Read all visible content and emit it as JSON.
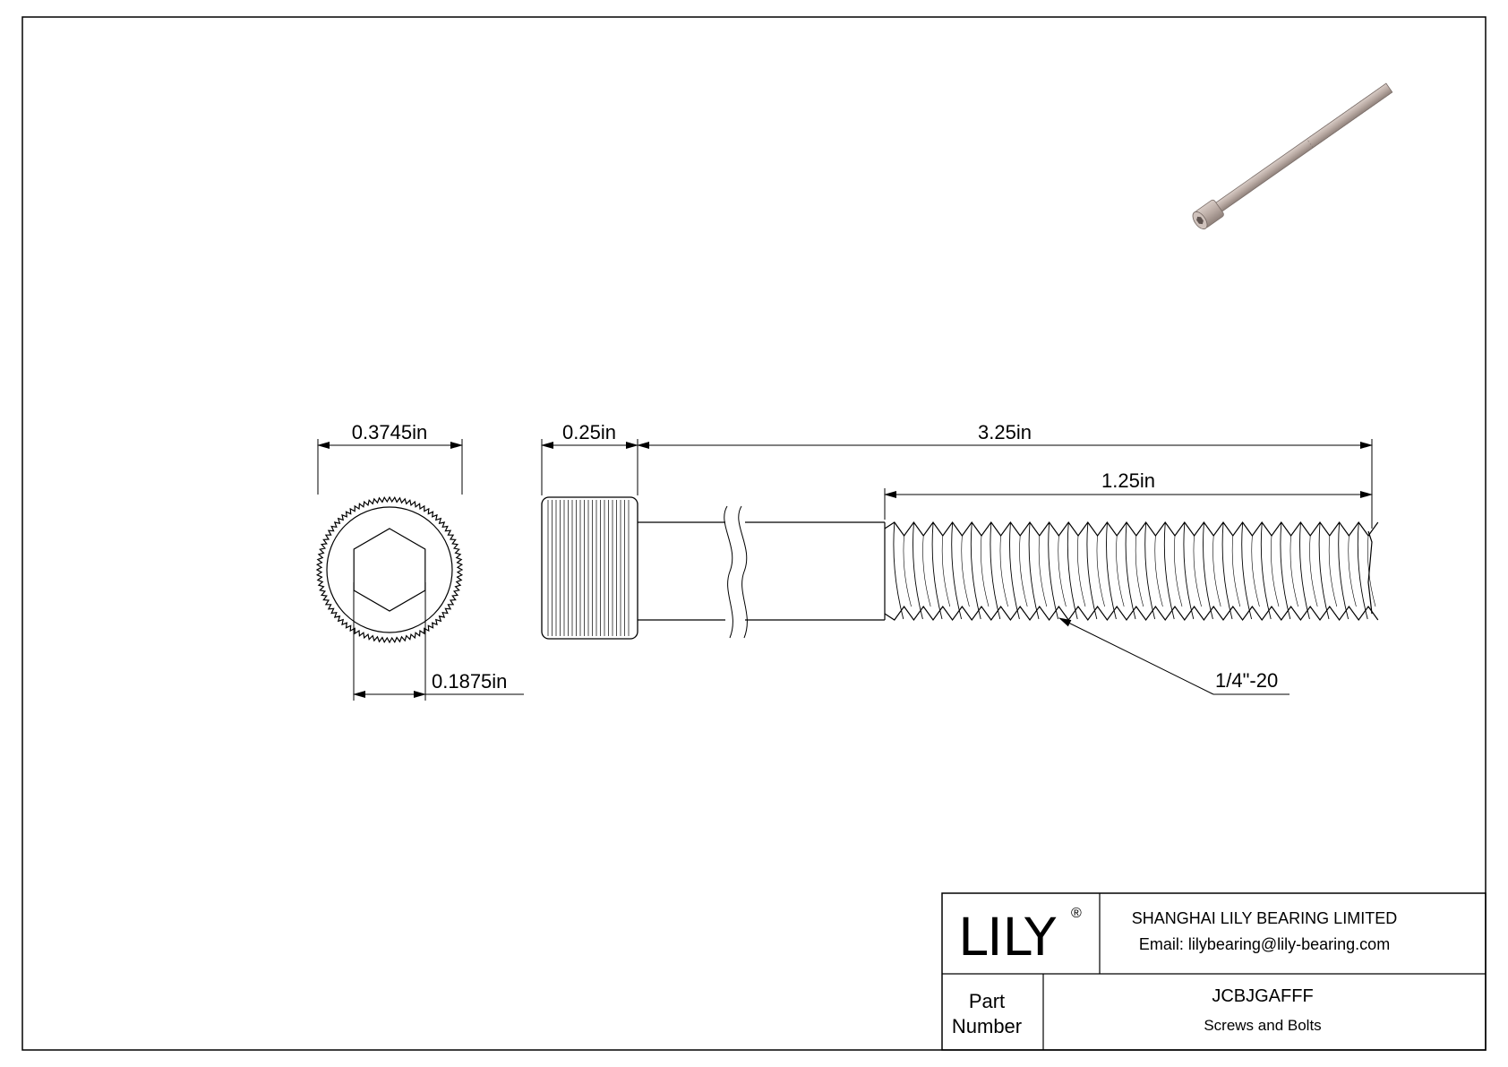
{
  "dimensions": {
    "head_diameter": "0.3745in",
    "hex_socket": "0.1875in",
    "head_height": "0.25in",
    "overall_length": "3.25in",
    "thread_length": "1.25in",
    "thread_callout": "1/4\"-20"
  },
  "title_block": {
    "logo": "LILY",
    "logo_mark": "®",
    "company": "SHANGHAI LILY BEARING LIMITED",
    "email": "Email: lilybearing@lily-bearing.com",
    "part_label_line1": "Part",
    "part_label_line2": "Number",
    "part_number": "JCBJGAFFF",
    "part_type": "Screws and Bolts"
  },
  "colors": {
    "line": "#000000",
    "screw_body": "#b9aaa3",
    "screw_shadow": "#8f817b"
  }
}
